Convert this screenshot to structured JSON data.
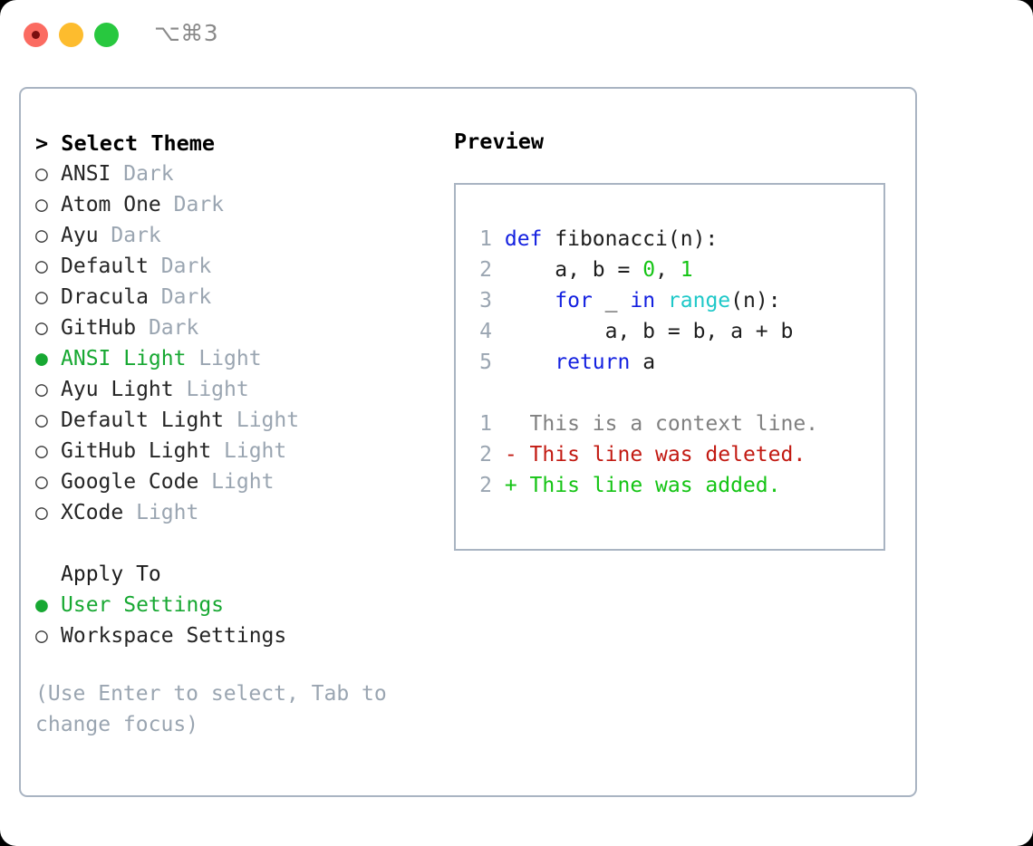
{
  "titlebar": {
    "shortcut": "⌥⌘3",
    "buttons": [
      {
        "name": "close",
        "color": "#fb6b61"
      },
      {
        "name": "minimize",
        "color": "#fdbc2e"
      },
      {
        "name": "maximize",
        "color": "#28c83f"
      }
    ]
  },
  "colors": {
    "accent_green": "#17a832",
    "muted_gray": "#9aa5b1",
    "border": "#a9b4c2",
    "keyword_blue": "#1421e0",
    "builtin_cyan": "#1ec8c8",
    "number_green": "#14c414",
    "diff_add": "#14c414",
    "diff_del": "#c21a12",
    "diff_ctx": "#808080"
  },
  "theme_list": {
    "header": "> Select Theme",
    "selected_marker": "●",
    "unselected_marker": "○",
    "items": [
      {
        "marker": "○",
        "name": "ANSI",
        "variant": "Dark",
        "selected": false
      },
      {
        "marker": "○",
        "name": "Atom One",
        "variant": "Dark",
        "selected": false
      },
      {
        "marker": "○",
        "name": "Ayu",
        "variant": "Dark",
        "selected": false
      },
      {
        "marker": "○",
        "name": "Default",
        "variant": "Dark",
        "selected": false
      },
      {
        "marker": "○",
        "name": "Dracula",
        "variant": "Dark",
        "selected": false
      },
      {
        "marker": "○",
        "name": "GitHub",
        "variant": "Dark",
        "selected": false
      },
      {
        "marker": "●",
        "name": "ANSI Light",
        "variant": "Light",
        "selected": true
      },
      {
        "marker": "○",
        "name": "Ayu Light",
        "variant": "Light",
        "selected": false
      },
      {
        "marker": "○",
        "name": "Default Light",
        "variant": "Light",
        "selected": false
      },
      {
        "marker": "○",
        "name": "GitHub Light",
        "variant": "Light",
        "selected": false
      },
      {
        "marker": "○",
        "name": "Google Code",
        "variant": "Light",
        "selected": false
      },
      {
        "marker": "○",
        "name": "XCode",
        "variant": "Light",
        "selected": false
      }
    ]
  },
  "apply_to": {
    "label": "Apply To",
    "options": [
      {
        "marker": "●",
        "label": "User Settings",
        "selected": true
      },
      {
        "marker": "○",
        "label": "Workspace Settings",
        "selected": false
      }
    ]
  },
  "hint": "(Use Enter to select, Tab to change focus)",
  "preview": {
    "title": "Preview",
    "code_lines": [
      {
        "no": "1",
        "tokens": [
          {
            "t": "def",
            "c": "kw"
          },
          {
            "t": " fibonacci(n):",
            "c": "plain"
          }
        ]
      },
      {
        "no": "2",
        "tokens": [
          {
            "t": "    a, b = ",
            "c": "plain"
          },
          {
            "t": "0",
            "c": "num"
          },
          {
            "t": ", ",
            "c": "plain"
          },
          {
            "t": "1",
            "c": "num"
          }
        ]
      },
      {
        "no": "3",
        "tokens": [
          {
            "t": "    ",
            "c": "plain"
          },
          {
            "t": "for",
            "c": "kw"
          },
          {
            "t": " _ ",
            "c": "plain"
          },
          {
            "t": "in",
            "c": "kw"
          },
          {
            "t": " ",
            "c": "plain"
          },
          {
            "t": "range",
            "c": "builtin"
          },
          {
            "t": "(n):",
            "c": "plain"
          }
        ]
      },
      {
        "no": "4",
        "tokens": [
          {
            "t": "        a, b = b, a + b",
            "c": "plain"
          }
        ]
      },
      {
        "no": "5",
        "tokens": [
          {
            "t": "    ",
            "c": "plain"
          },
          {
            "t": "return",
            "c": "kw"
          },
          {
            "t": " a",
            "c": "plain"
          }
        ]
      }
    ],
    "diff_lines": [
      {
        "no": "1",
        "text": "   This is a context line.",
        "kind": "ctx"
      },
      {
        "no": "2",
        "text": " - This line was deleted.",
        "kind": "del"
      },
      {
        "no": "2",
        "text": " + This line was added.",
        "kind": "add"
      }
    ]
  }
}
